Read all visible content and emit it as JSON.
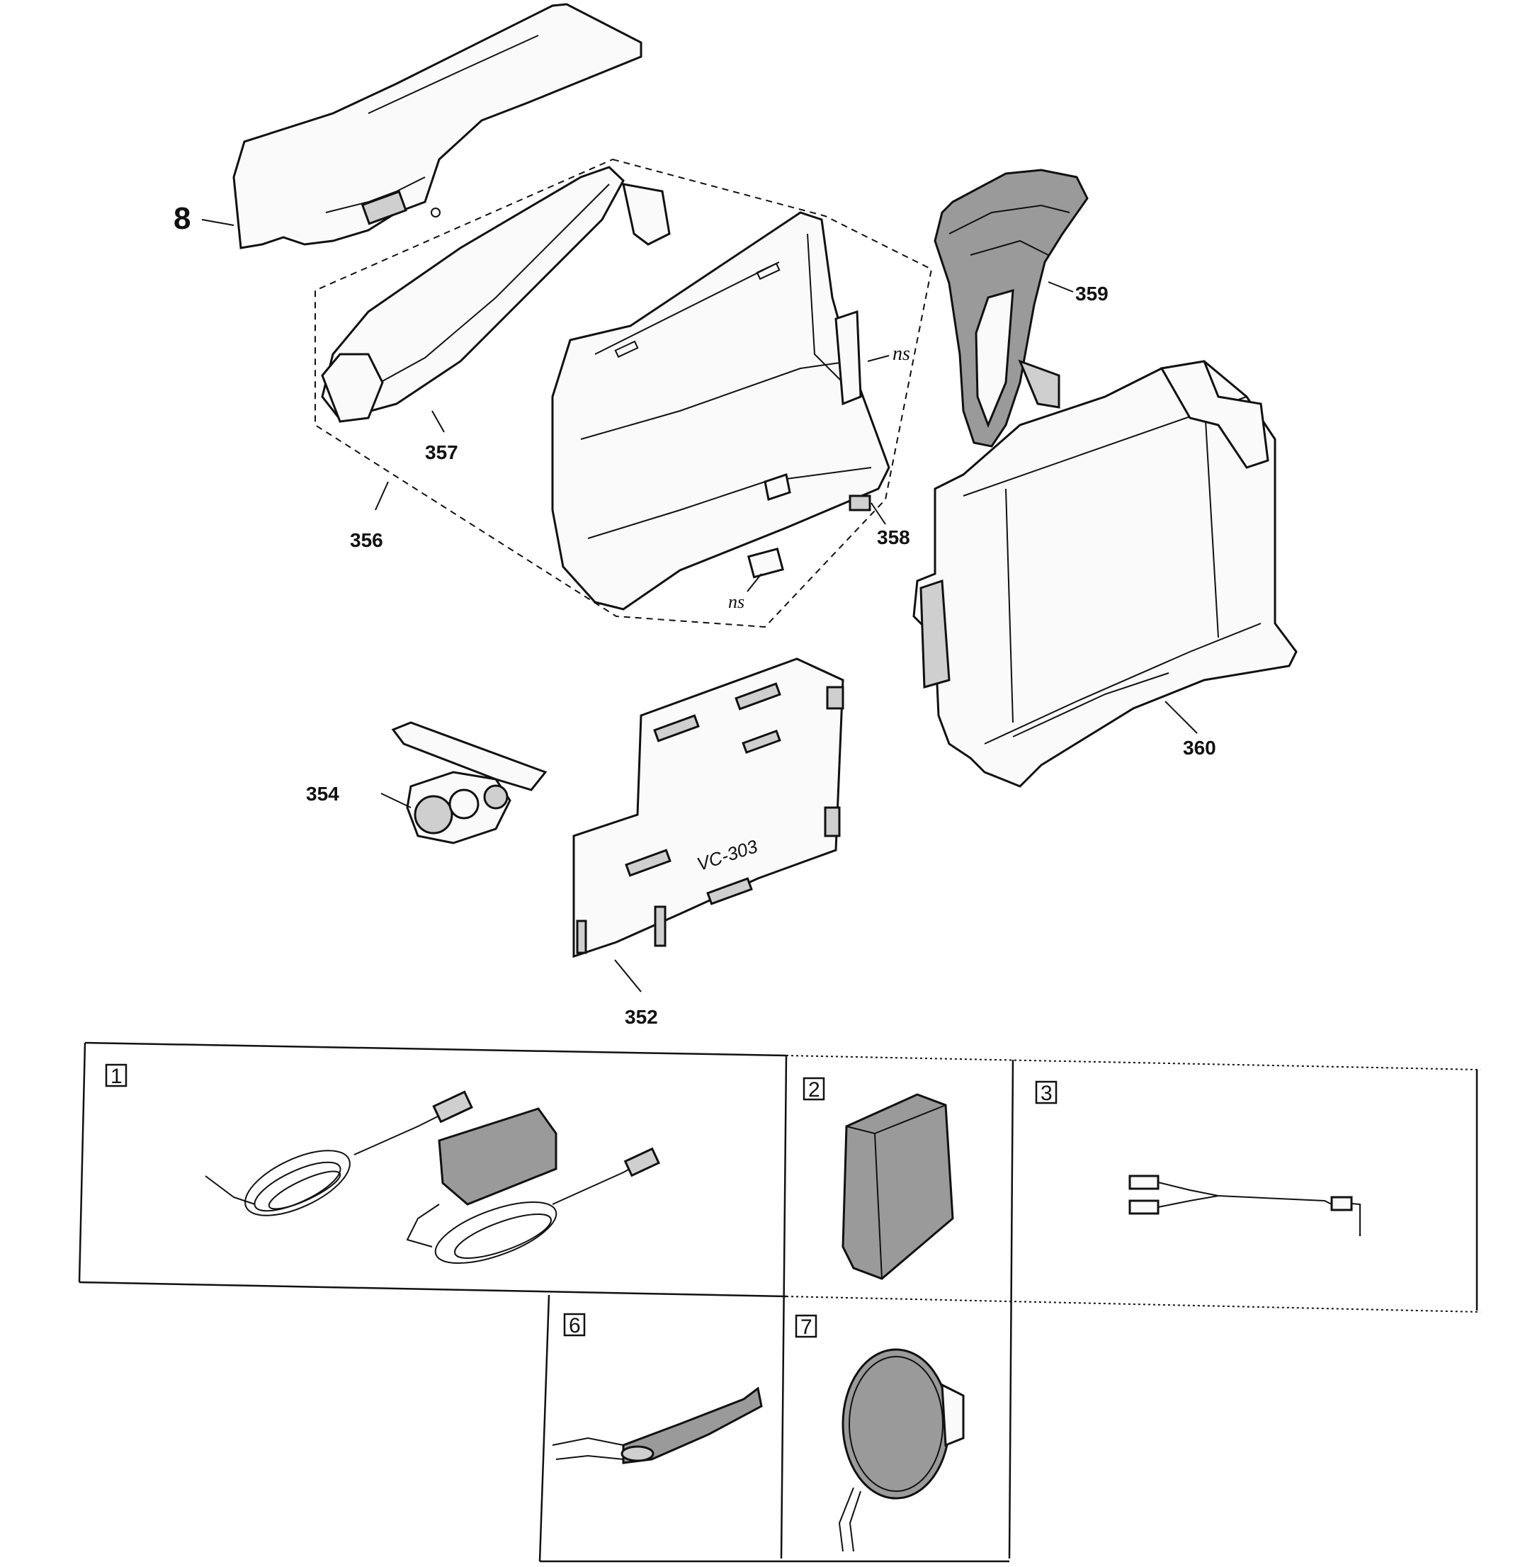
{
  "callouts": {
    "p8": "8",
    "p359": "359",
    "p357": "357",
    "p356": "356",
    "p358": "358",
    "p360": "360",
    "p354": "354",
    "p352": "352",
    "ns_a": "ns",
    "ns_b": "ns"
  },
  "board_label": "VC-303",
  "accessories": [
    {
      "number": "1",
      "icon": "ac-adapter-icon"
    },
    {
      "number": "2",
      "icon": "battery-pack-icon"
    },
    {
      "number": "3",
      "icon": "av-cable-icon"
    },
    {
      "number": "6",
      "icon": "shoulder-strap-icon"
    },
    {
      "number": "7",
      "icon": "lens-cap-icon"
    }
  ]
}
